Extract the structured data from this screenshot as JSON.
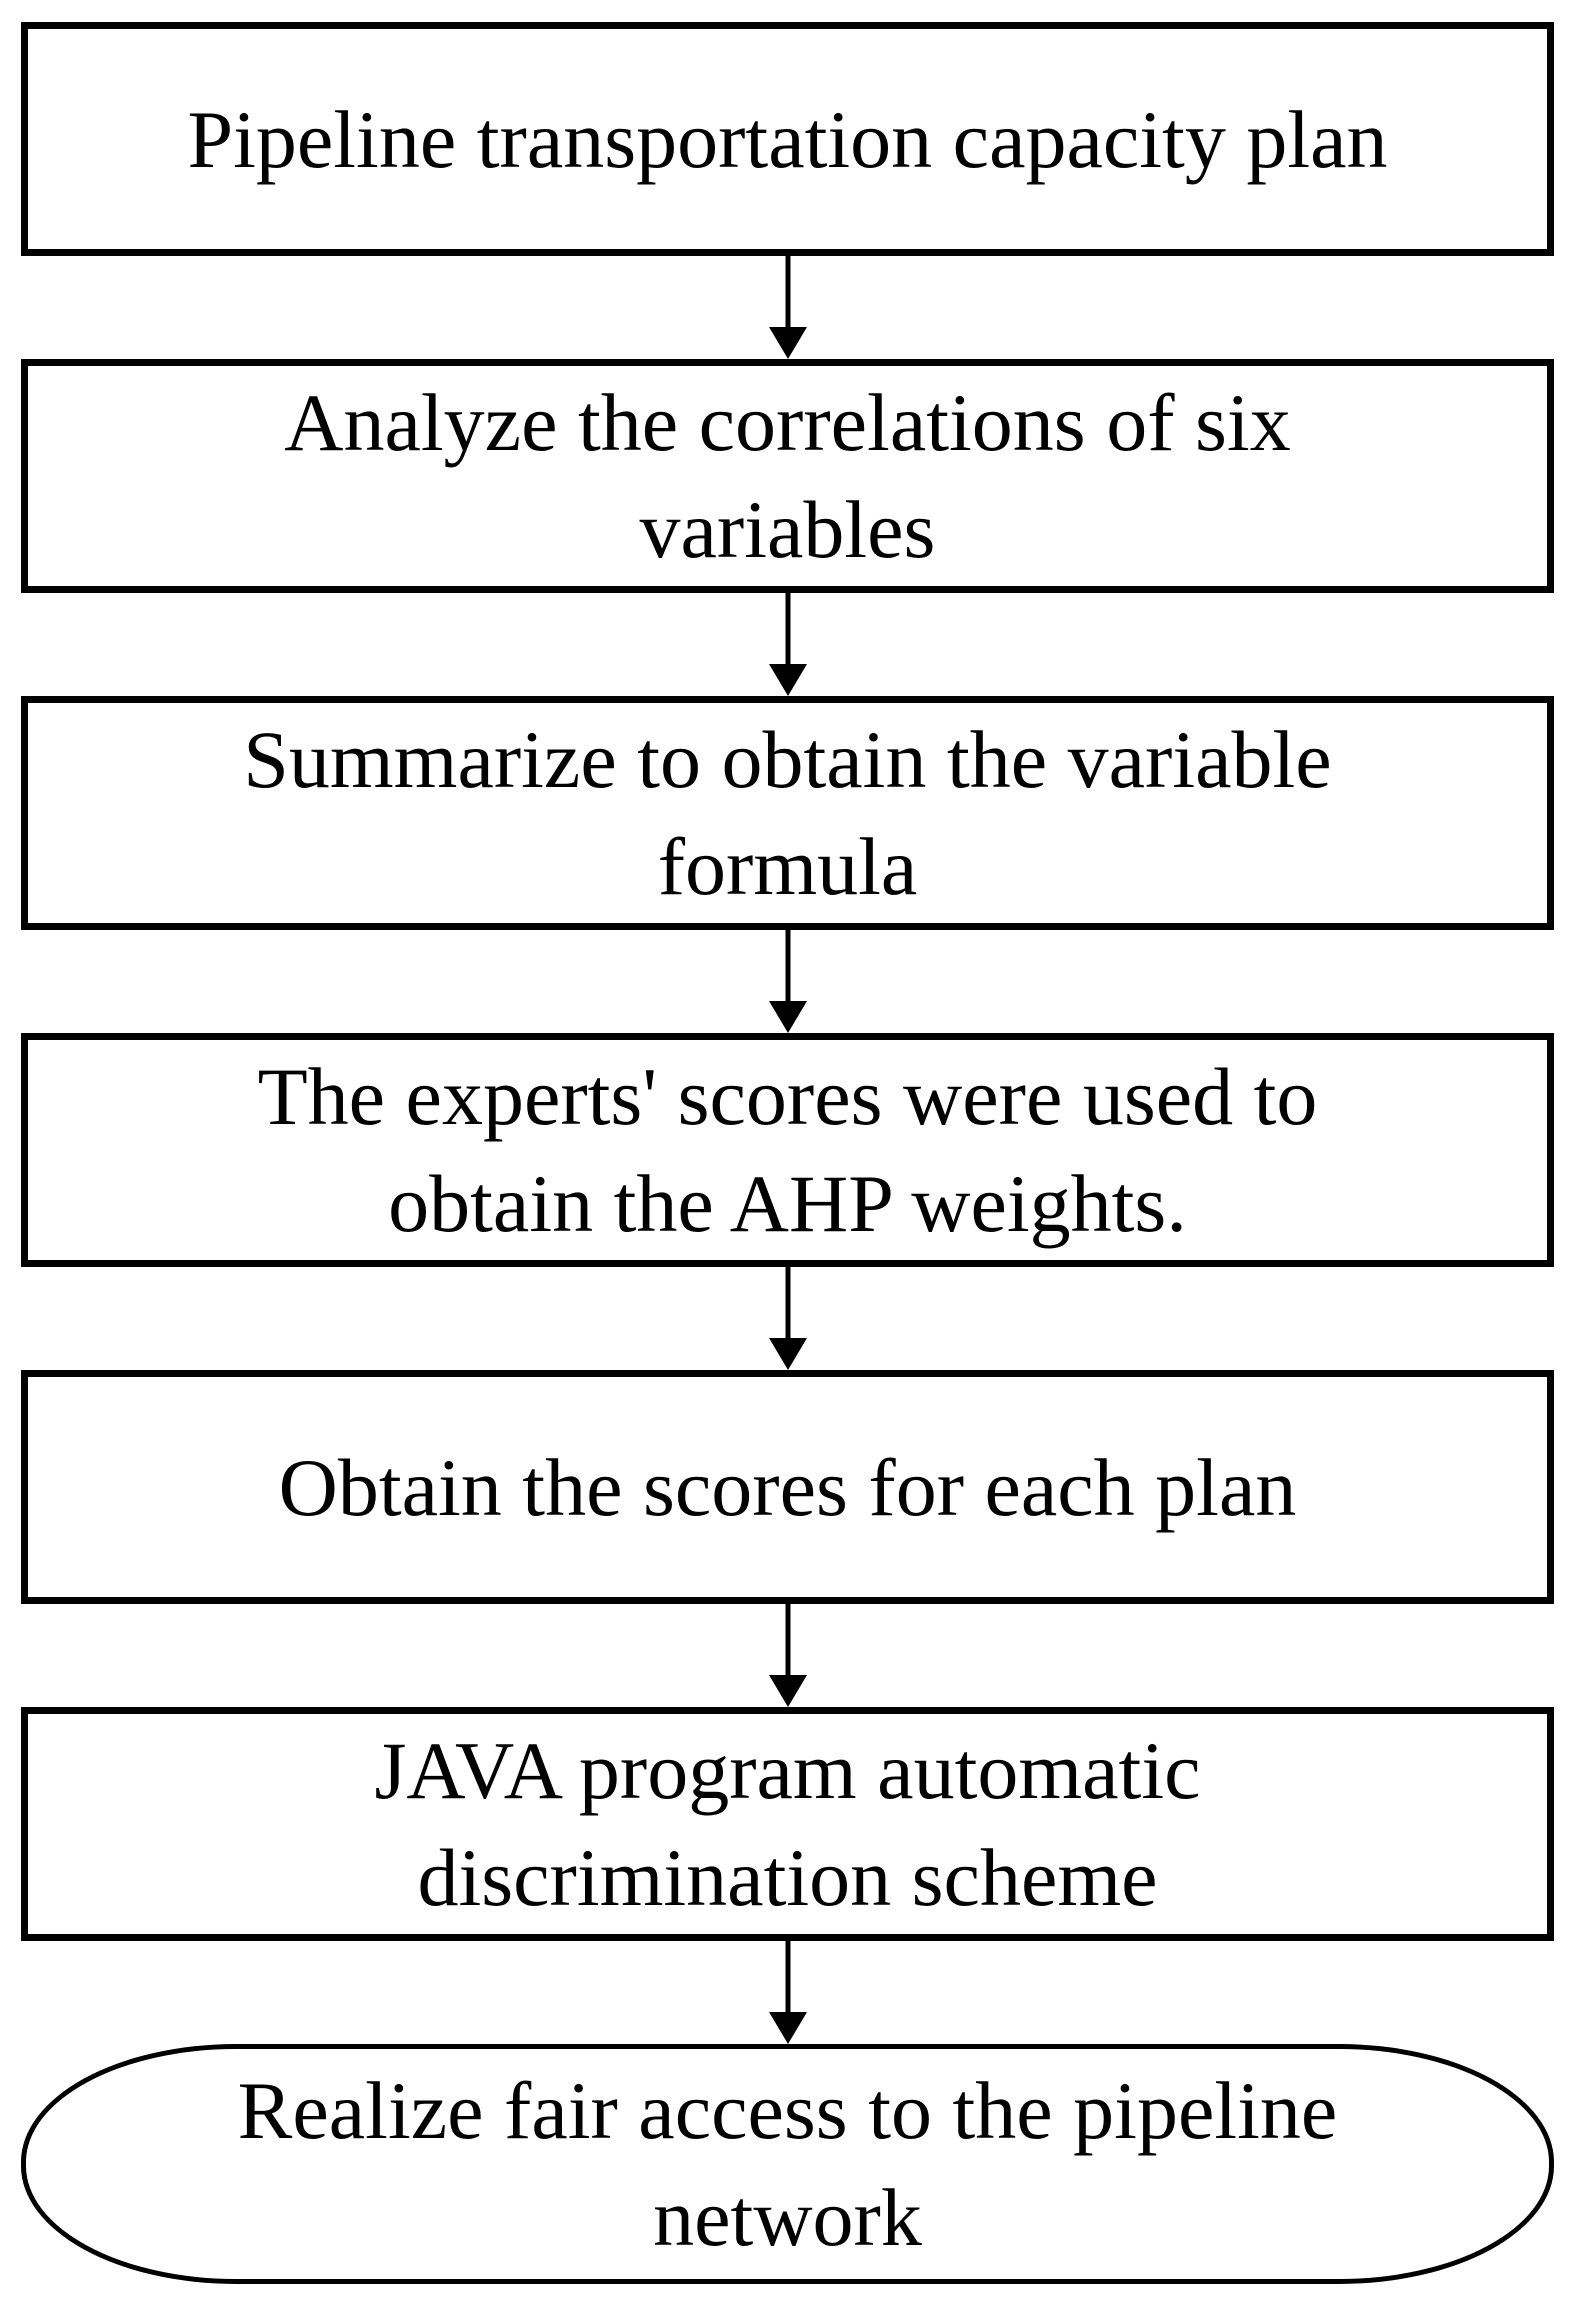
{
  "diagram": {
    "type": "flowchart",
    "direction": "top-to-bottom",
    "colors": {
      "border": "#000000",
      "background": "#ffffff",
      "text": "#000000",
      "arrow": "#000000"
    },
    "nodes": [
      {
        "id": "step-1",
        "shape": "rectangle",
        "label": "Pipeline transportation capacity plan"
      },
      {
        "id": "step-2",
        "shape": "rectangle",
        "label": "Analyze the correlations of six\nvariables"
      },
      {
        "id": "step-3",
        "shape": "rectangle",
        "label": "Summarize to obtain the variable\nformula"
      },
      {
        "id": "step-4",
        "shape": "rectangle",
        "label": "The experts' scores were used to\nobtain the AHP weights."
      },
      {
        "id": "step-5",
        "shape": "rectangle",
        "label": "Obtain the scores for each plan"
      },
      {
        "id": "step-6",
        "shape": "rectangle",
        "label": "JAVA program automatic\ndiscrimination scheme"
      },
      {
        "id": "step-7",
        "shape": "terminator",
        "label": "Realize fair access to the pipeline\nnetwork"
      }
    ],
    "edges": [
      {
        "from": "step-1",
        "to": "step-2",
        "style": "arrow-down"
      },
      {
        "from": "step-2",
        "to": "step-3",
        "style": "arrow-down"
      },
      {
        "from": "step-3",
        "to": "step-4",
        "style": "arrow-down"
      },
      {
        "from": "step-4",
        "to": "step-5",
        "style": "arrow-down"
      },
      {
        "from": "step-5",
        "to": "step-6",
        "style": "arrow-down"
      },
      {
        "from": "step-6",
        "to": "step-7",
        "style": "arrow-down"
      }
    ]
  }
}
